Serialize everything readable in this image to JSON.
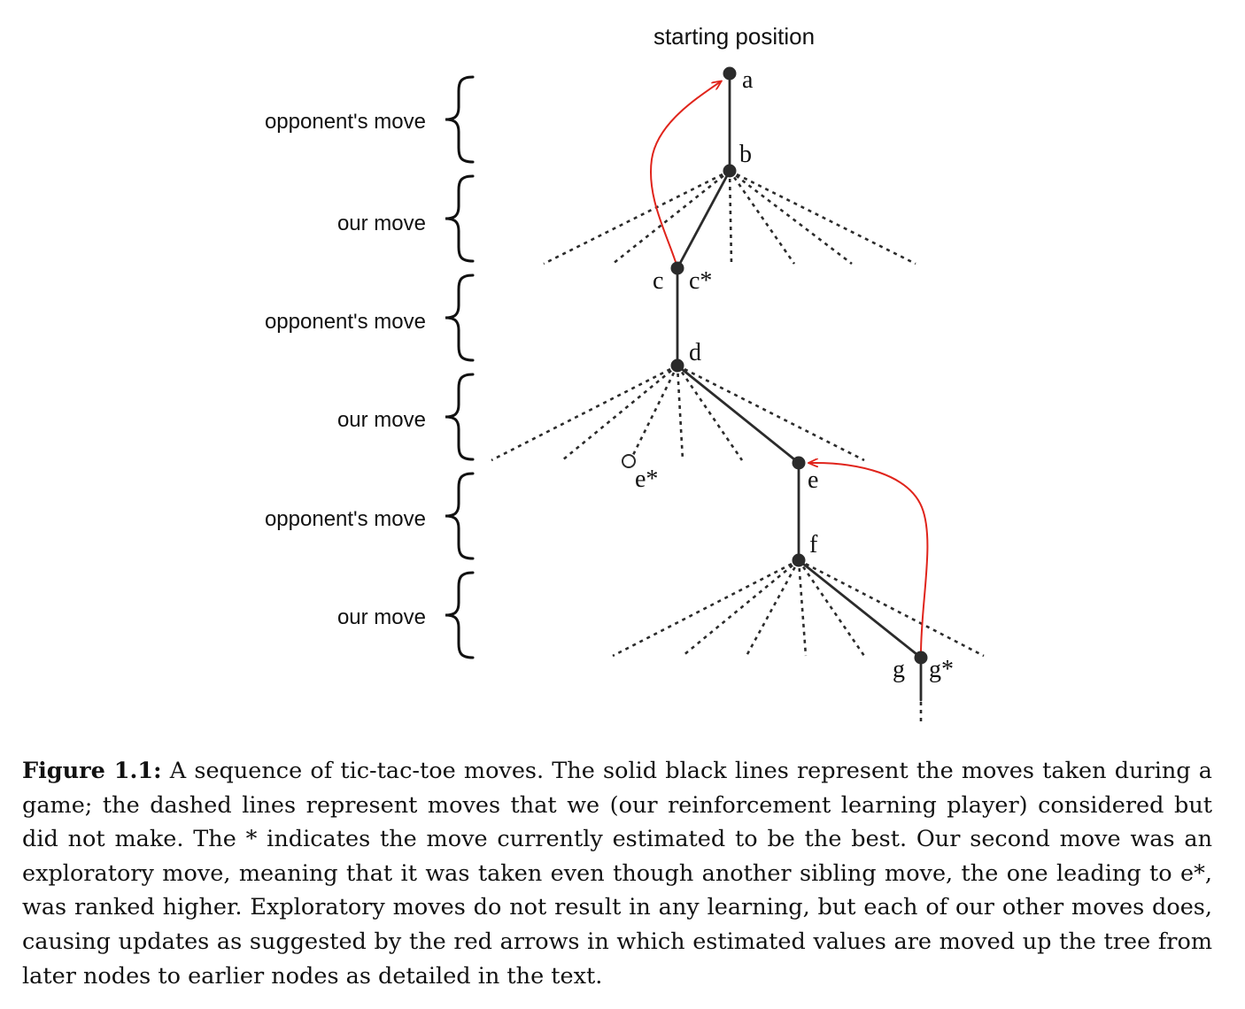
{
  "diagram": {
    "title": "starting position",
    "levels": [
      {
        "label": "opponent's move"
      },
      {
        "label": "our move"
      },
      {
        "label": "opponent's move"
      },
      {
        "label": "our move"
      },
      {
        "label": "opponent's move"
      },
      {
        "label": "our move"
      }
    ],
    "nodes": {
      "a": "a",
      "b": "b",
      "c": "c",
      "c_star": "c*",
      "d": "d",
      "e": "e",
      "e_star": "e*",
      "f": "f",
      "g": "g",
      "g_star": "g*"
    },
    "colors": {
      "lines": "#2b2b2b",
      "arrows": "#e0241b"
    }
  },
  "caption": {
    "label": "Figure 1.1:",
    "text": "A sequence of tic-tac-toe moves. The solid black lines represent the moves taken during a game; the dashed lines represent moves that we (our reinforcement learning player) considered but did not make. The * indicates the move currently estimated to be the best. Our second move was an exploratory move, meaning that it was taken even though another sibling move, the one leading to e*, was ranked higher. Exploratory moves do not result in any learning, but each of our other moves does, causing updates as suggested by the red arrows in which estimated values are moved up the tree from later nodes to earlier nodes as detailed in the text."
  }
}
